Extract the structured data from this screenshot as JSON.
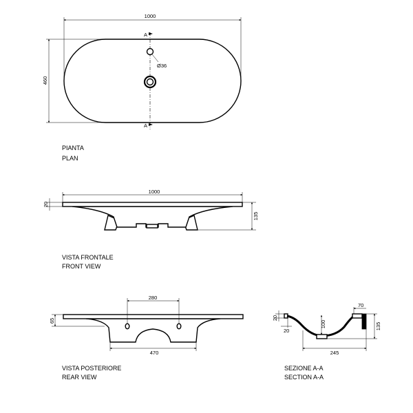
{
  "colors": {
    "line": "#000000",
    "background": "#ffffff"
  },
  "plan": {
    "width_dim": "1000",
    "depth_dim": "460",
    "hole_dim": "Ø36",
    "section_mark_top": "A",
    "section_mark_bottom": "A",
    "caption_it": "PIANTA",
    "caption_en": "PLAN"
  },
  "front": {
    "width_dim": "1000",
    "thickness_dim": "20",
    "height_dim": "135",
    "caption_it": "VISTA FRONTALE",
    "caption_en": "FRONT VIEW"
  },
  "rear": {
    "holes_dim": "280",
    "height_dim": "65",
    "body_dim": "470",
    "caption_it": "VISTA POSTERIORE",
    "caption_en": "REAR VIEW"
  },
  "section": {
    "back_dim": "70",
    "rim_height_dim": "20",
    "rim_width_dim": "20",
    "bowl_depth_dim": "100",
    "height_dim": "135",
    "depth_dim": "245",
    "caption_it": "SEZIONE A-A",
    "caption_en": "SECTION A-A"
  }
}
